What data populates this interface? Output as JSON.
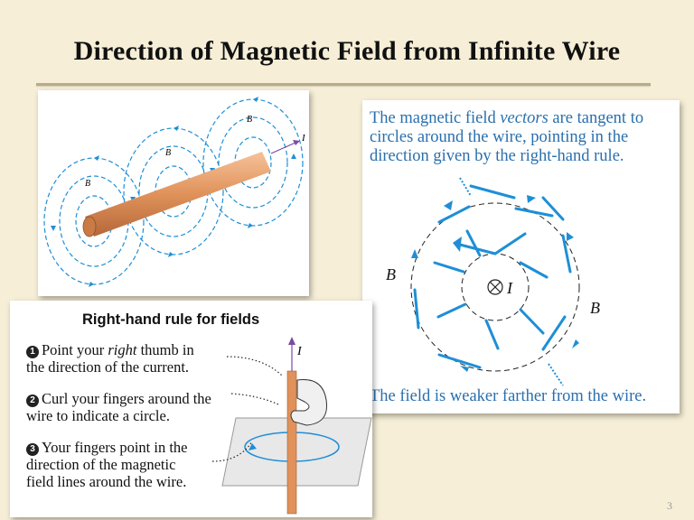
{
  "title": "Direction of Magnetic Field from Infinite Wire",
  "wire_figure": {
    "b_label": "B",
    "current_label": "I"
  },
  "circle_figure": {
    "caption_top_html": "The magnetic field <i>vectors</i> are tangent to circles around the wire, pointing in the direction given by the right-hand rule.",
    "caption_bottom": "The field is weaker farther from the wire.",
    "b_label_left": "B",
    "b_label_right": "B",
    "current_label": "I"
  },
  "right_hand_rule": {
    "heading": "Right-hand rule for fields",
    "steps": [
      {
        "number": "1",
        "html": "Point your <i>right</i> thumb in<br>the direction of the current."
      },
      {
        "number": "2",
        "html": "Curl your fingers around the<br>wire to indicate a circle."
      },
      {
        "number": "3",
        "html": "Your fingers point in the<br>direction of the magnetic<br>field lines around the wire."
      }
    ],
    "current_label": "I"
  },
  "page_number": "3",
  "colors": {
    "background": "#f6eed6",
    "field_blue": "#1e8fd6",
    "caption_blue": "#2a6fad",
    "wire_copper": "#e0925a",
    "current_arrow": "#7b4aa0"
  }
}
